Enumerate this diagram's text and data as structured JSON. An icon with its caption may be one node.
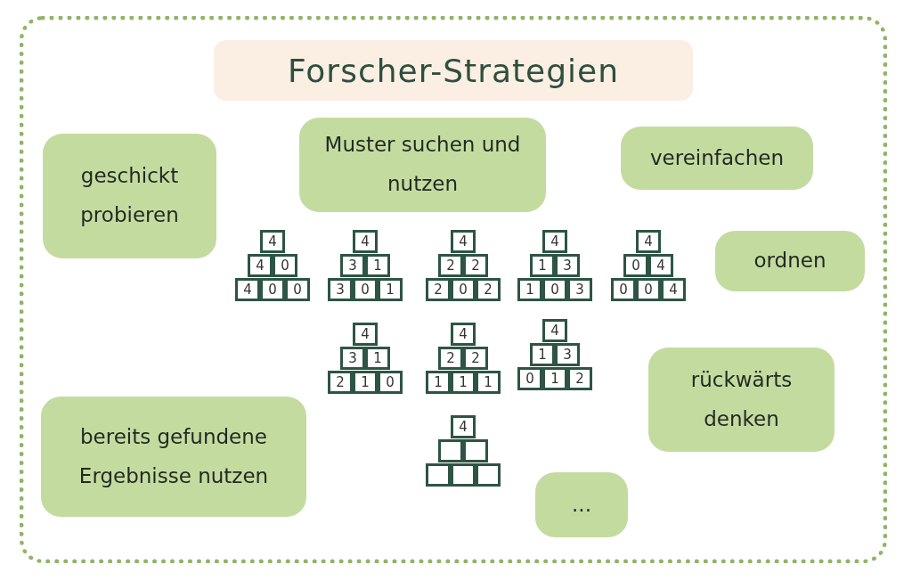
{
  "diagram": {
    "title": "Forscher-Strategien",
    "nodes": [
      {
        "text": [
          "geschickt probieren"
        ]
      },
      {
        "text": [
          "Muster suchen und nutzen"
        ]
      },
      {
        "text": [
          "vereinfachen"
        ]
      },
      {
        "text": [
          "ordnen"
        ]
      },
      {
        "text": [
          "rückwärts denken"
        ]
      },
      {
        "text": [
          "bereits gefundene Ergebnisse nutzen"
        ]
      },
      {
        "text": [
          "..."
        ]
      }
    ],
    "labels": [
      "4",
      "4",
      "0",
      "4",
      "0",
      "0",
      "4",
      "3",
      "1",
      "3",
      "0",
      "1",
      "4",
      "2",
      "2",
      "2",
      "0",
      "2",
      "4",
      "1",
      "3",
      "1",
      "0",
      "3",
      "4",
      "0",
      "4",
      "0",
      "0",
      "4",
      "4",
      "3",
      "1",
      "2",
      "1",
      "0",
      "4",
      "2",
      "2",
      "1",
      "1",
      "1",
      "4",
      "1",
      "3",
      "0",
      "1",
      "2",
      "4"
    ]
  }
}
